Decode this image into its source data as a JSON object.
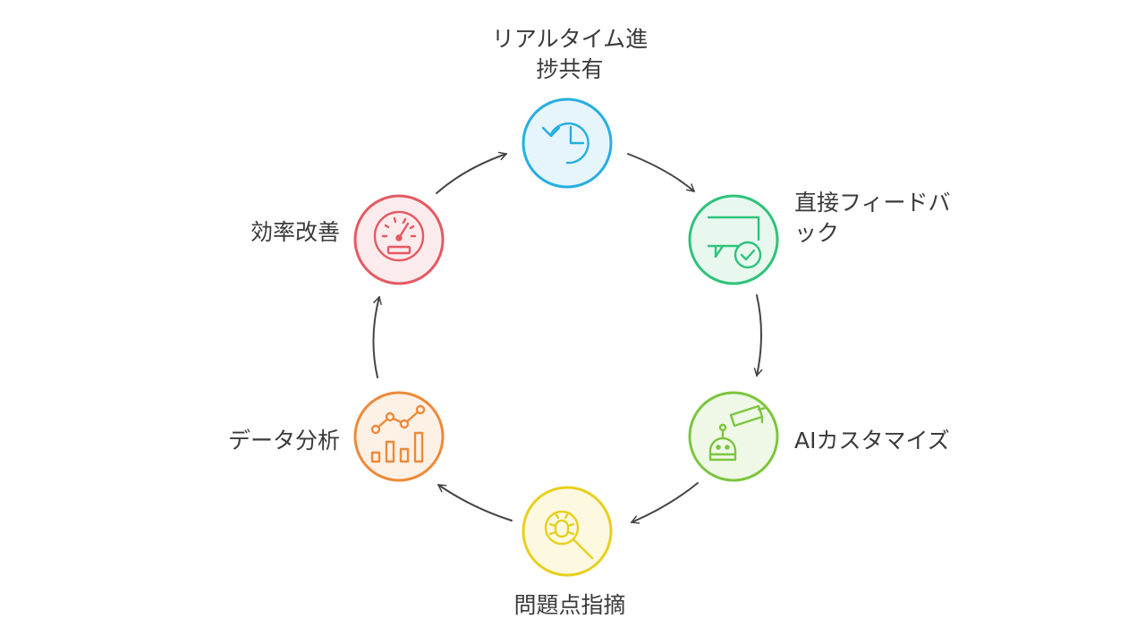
{
  "cycle": {
    "nodes": [
      {
        "id": "realtime",
        "label_lines": [
          "リアルタイム進",
          "捗共有"
        ],
        "icon": "history-clock-icon",
        "color": "#27aee0",
        "fill": "#e6f5fc"
      },
      {
        "id": "feedback",
        "label_lines": [
          "直接フィードバ",
          "ック"
        ],
        "icon": "chat-check-icon",
        "color": "#2fc37a",
        "fill": "#e8f8ef"
      },
      {
        "id": "ai",
        "label_lines": [
          "AIカスタマイズ"
        ],
        "icon": "robot-camera-icon",
        "color": "#7cc63f",
        "fill": "#eff8e7"
      },
      {
        "id": "issue",
        "label_lines": [
          "問題点指摘"
        ],
        "icon": "bug-search-icon",
        "color": "#e8cf1f",
        "fill": "#fcf9e0"
      },
      {
        "id": "data",
        "label_lines": [
          "データ分析"
        ],
        "icon": "analytics-chart-icon",
        "color": "#ec8a3a",
        "fill": "#fdf1e6"
      },
      {
        "id": "efficiency",
        "label_lines": [
          "効率改善"
        ],
        "icon": "speedometer-icon",
        "color": "#e45a63",
        "fill": "#fcebec"
      }
    ],
    "arrow_color": "#444444"
  }
}
